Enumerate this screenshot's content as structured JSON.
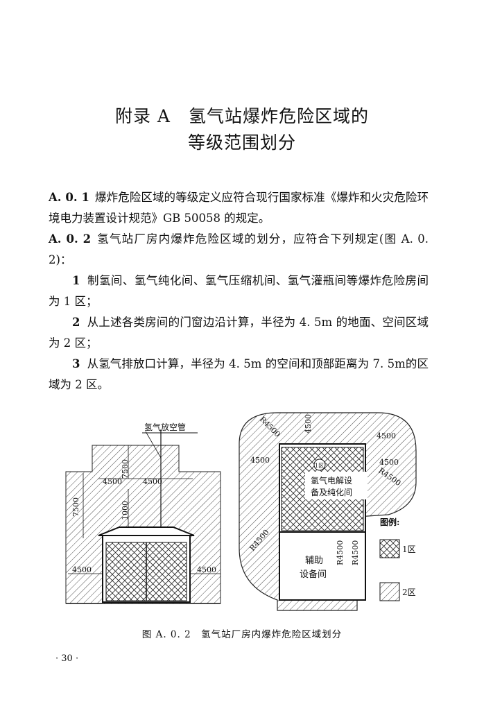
{
  "heading": {
    "line1": "附录 A　氢气站爆炸危险区域的",
    "line2": "等级范围划分"
  },
  "paragraphs": [
    {
      "num": "A. 0. 1",
      "text": "爆炸危险区域的等级定义应符合现行国家标准《爆炸和火灾危险环境电力装置设计规范》GB 50058 的规定。"
    },
    {
      "num": "A. 0. 2",
      "text": "氢气站厂房内爆炸危险区域的划分，应符合下列规定(图 A. 0. 2)："
    }
  ],
  "items": [
    {
      "num": "1",
      "text": "制氢间、氢气纯化间、氢气压缩机间、氢气灌瓶间等爆炸危险房间为 1 区；"
    },
    {
      "num": "2",
      "text": "从上述各类房间的门窗边沿计算，半径为 4. 5m 的地面、空间区域为 2 区；"
    },
    {
      "num": "3",
      "text": "从氢气排放口计算，半径为 4. 5m 的空间和顶部距离为 7. 5m的区域为 2 区。"
    }
  ],
  "figure": {
    "left": {
      "pipe_label": "氢气放空管",
      "dims": [
        "7500",
        "7500",
        "4500",
        "4500",
        "1000",
        "4500",
        "4500"
      ]
    },
    "right": {
      "dims": [
        "R4500",
        "4500",
        "4500",
        "4500",
        "4500",
        "R4500",
        "R4500",
        "R4500",
        "R4500"
      ],
      "zone_badge": "1区",
      "room1": [
        "氢气电解设",
        "备及纯化间"
      ],
      "room2": [
        "辅助",
        "设备间"
      ]
    },
    "legend": {
      "title": "图例:",
      "zone1": "1区",
      "zone2": "2区"
    }
  },
  "caption": "图 A. 0. 2　氢气站厂房内爆炸危险区域划分",
  "page_number": "· 30 ·"
}
